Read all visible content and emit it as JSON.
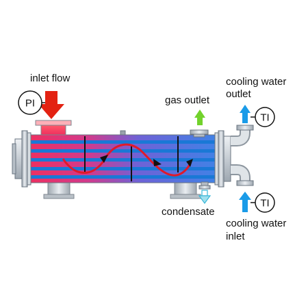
{
  "labels": {
    "inlet_flow": "inlet flow",
    "gas_outlet": "gas outlet",
    "cooling_water_outlet_line1": "cooling water",
    "cooling_water_outlet_line2": "outlet",
    "condensate": "condensate",
    "cooling_water_inlet_line1": "cooling water",
    "cooling_water_inlet_line2": "inlet"
  },
  "instruments": {
    "pressure_indicator": "PI",
    "temperature_indicator_outlet": "TI",
    "temperature_indicator_inlet": "TI"
  },
  "colors": {
    "hot": "#e8304f",
    "cold": "#3b6fd9",
    "tube": "#1a78d6",
    "inlet_arrow": "#e32212",
    "gas_arrow": "#72d22c",
    "water_arrow": "#1a9be8",
    "condensate_arrow": "#9fe0ee",
    "metal": "#c7cdd3"
  },
  "icons": {
    "inlet": "arrow-down-icon",
    "gas": "arrow-up-icon",
    "condensate": "arrow-down-icon",
    "water_outlet": "arrow-up-icon",
    "water_inlet": "arrow-up-icon"
  }
}
